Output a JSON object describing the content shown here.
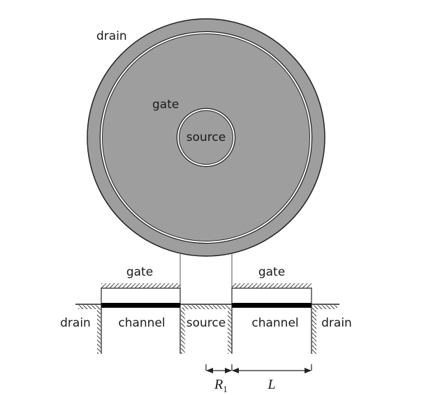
{
  "figure": {
    "top_view": {
      "drain_label": "drain",
      "gate_label": "gate",
      "source_label": "source"
    },
    "cross_section": {
      "gate_left_label": "gate",
      "gate_right_label": "gate",
      "drain_left_label": "drain",
      "channel_left_label": "channel",
      "source_label": "source",
      "channel_right_label": "channel",
      "drain_right_label": "drain"
    },
    "dimensions": {
      "r1_label": "R",
      "r1_subscript": "1",
      "l_label": "L"
    },
    "colors": {
      "fill_gray": "#9e9e9e",
      "outline": "#222222",
      "ring_white": "#ffffff",
      "channel_black": "#000000"
    }
  }
}
